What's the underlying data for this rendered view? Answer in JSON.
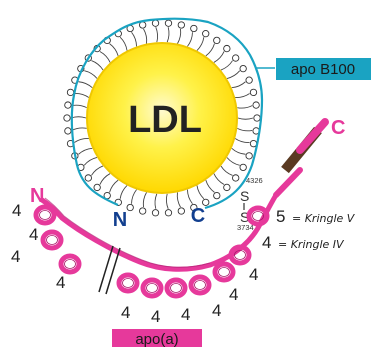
{
  "diagram": {
    "core_label": "LDL",
    "apo_b100_label": "apo B100",
    "apoa_label": "apo(a)",
    "n_label_blue": "N",
    "c_label_blue": "C",
    "n_label_pink": "N",
    "c_label_pink": "C",
    "res_4326": "4326",
    "res_3734": "3734",
    "s1": "S",
    "s2": "S",
    "kringle_v_num": "5",
    "kringle_v_text": "= Kringle V",
    "kringle_iv_num": "4",
    "kringle_iv_text": "= Kringle IV",
    "four_label": "4"
  },
  "colors": {
    "pink": "#e6399b",
    "teal": "#1aa3c2",
    "blue_text": "#123f8f",
    "core_yellow": "#ffe800",
    "core_glow": "#fff7b0",
    "stem_brown": "#5a3a22"
  }
}
